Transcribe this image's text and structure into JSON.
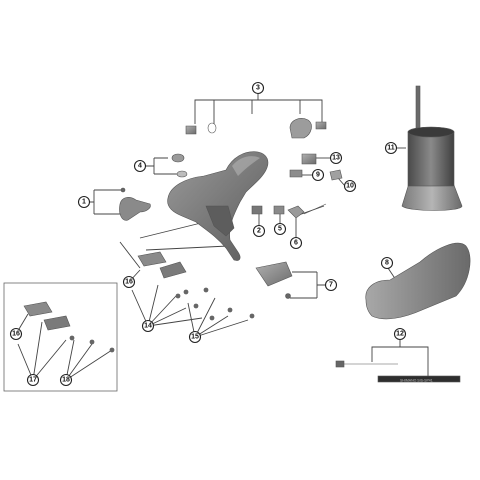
{
  "diagram": {
    "callouts": [
      {
        "label": "1"
      },
      {
        "label": "2"
      },
      {
        "label": "3"
      },
      {
        "label": "4"
      },
      {
        "label": "5"
      },
      {
        "label": "6"
      },
      {
        "label": "7"
      },
      {
        "label": "8"
      },
      {
        "label": "9"
      },
      {
        "label": "10"
      },
      {
        "label": "11"
      },
      {
        "label": "12"
      },
      {
        "label": "13"
      },
      {
        "label": "14"
      },
      {
        "label": "15"
      },
      {
        "label": "16"
      },
      {
        "label": "16"
      },
      {
        "label": "17"
      },
      {
        "label": "18"
      }
    ],
    "cable_marking": "SHIMANO SIS-SP41"
  }
}
